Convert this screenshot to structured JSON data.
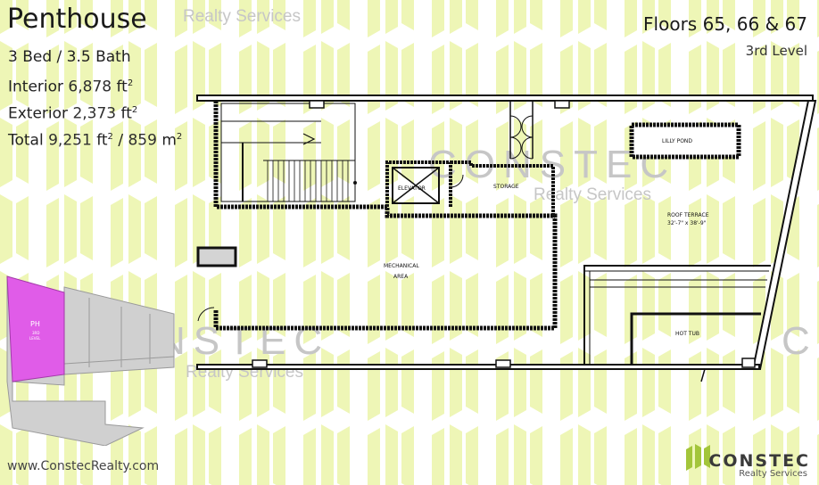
{
  "listing": {
    "title": "Penthouse",
    "beds_baths": "3 Bed / 3.5 Bath",
    "interior_label": "Interior",
    "interior_value": "6,878",
    "exterior_label": "Exterior",
    "exterior_value": "2,373",
    "total_label": "Total",
    "total_value": "9,251",
    "total_metric": "859",
    "unit_sqft": "ft",
    "unit_sqm": "m",
    "superscript": "2",
    "separator": "/"
  },
  "floors": {
    "label": "Floors",
    "f1": "65",
    "sep1": ",",
    "f2": "66",
    "amp": "&",
    "f3": "67",
    "level": "3rd Level"
  },
  "plan_labels": {
    "lilly_pond": "LILLY POND",
    "storage": "STORAGE",
    "elevator": "ELEVATOR",
    "roof_terrace": "ROOF TERRACE",
    "roof_dims": "32'-7\" x 38'-9\"",
    "mechanical": "MECHANICAL",
    "area": "AREA",
    "hot_tub": "HOT TUB"
  },
  "key_plan": {
    "unit_label": "PH",
    "unit_sub": "3RD",
    "unit_sub2": "LEVEL"
  },
  "watermark": {
    "name": "CONSTEC",
    "sub": "Realty Services"
  },
  "footer": {
    "website": "www.ConstecRealty.com",
    "brand": "CONSTEC",
    "brand_sub": "Realty Services"
  },
  "colors": {
    "pattern": "#edf5b4",
    "highlight": "#e05ce8",
    "keyplan": "#cfcfcf",
    "brand_green": "#a3c53a"
  }
}
